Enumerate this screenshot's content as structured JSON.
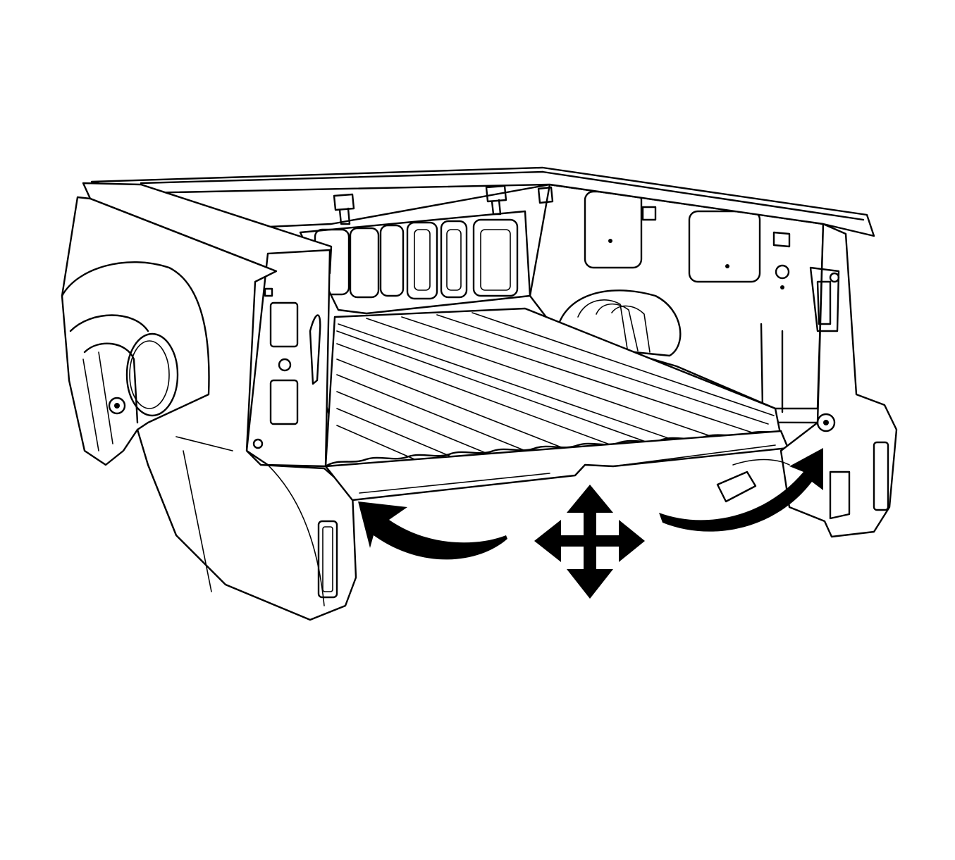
{
  "figure": {
    "subject": "pickup-truck-bed",
    "symbols": [
      "curved-arrow-left",
      "curved-arrow-right",
      "four-way-move-arrow"
    ],
    "line_color": "#000000",
    "background_color": "#ffffff"
  }
}
